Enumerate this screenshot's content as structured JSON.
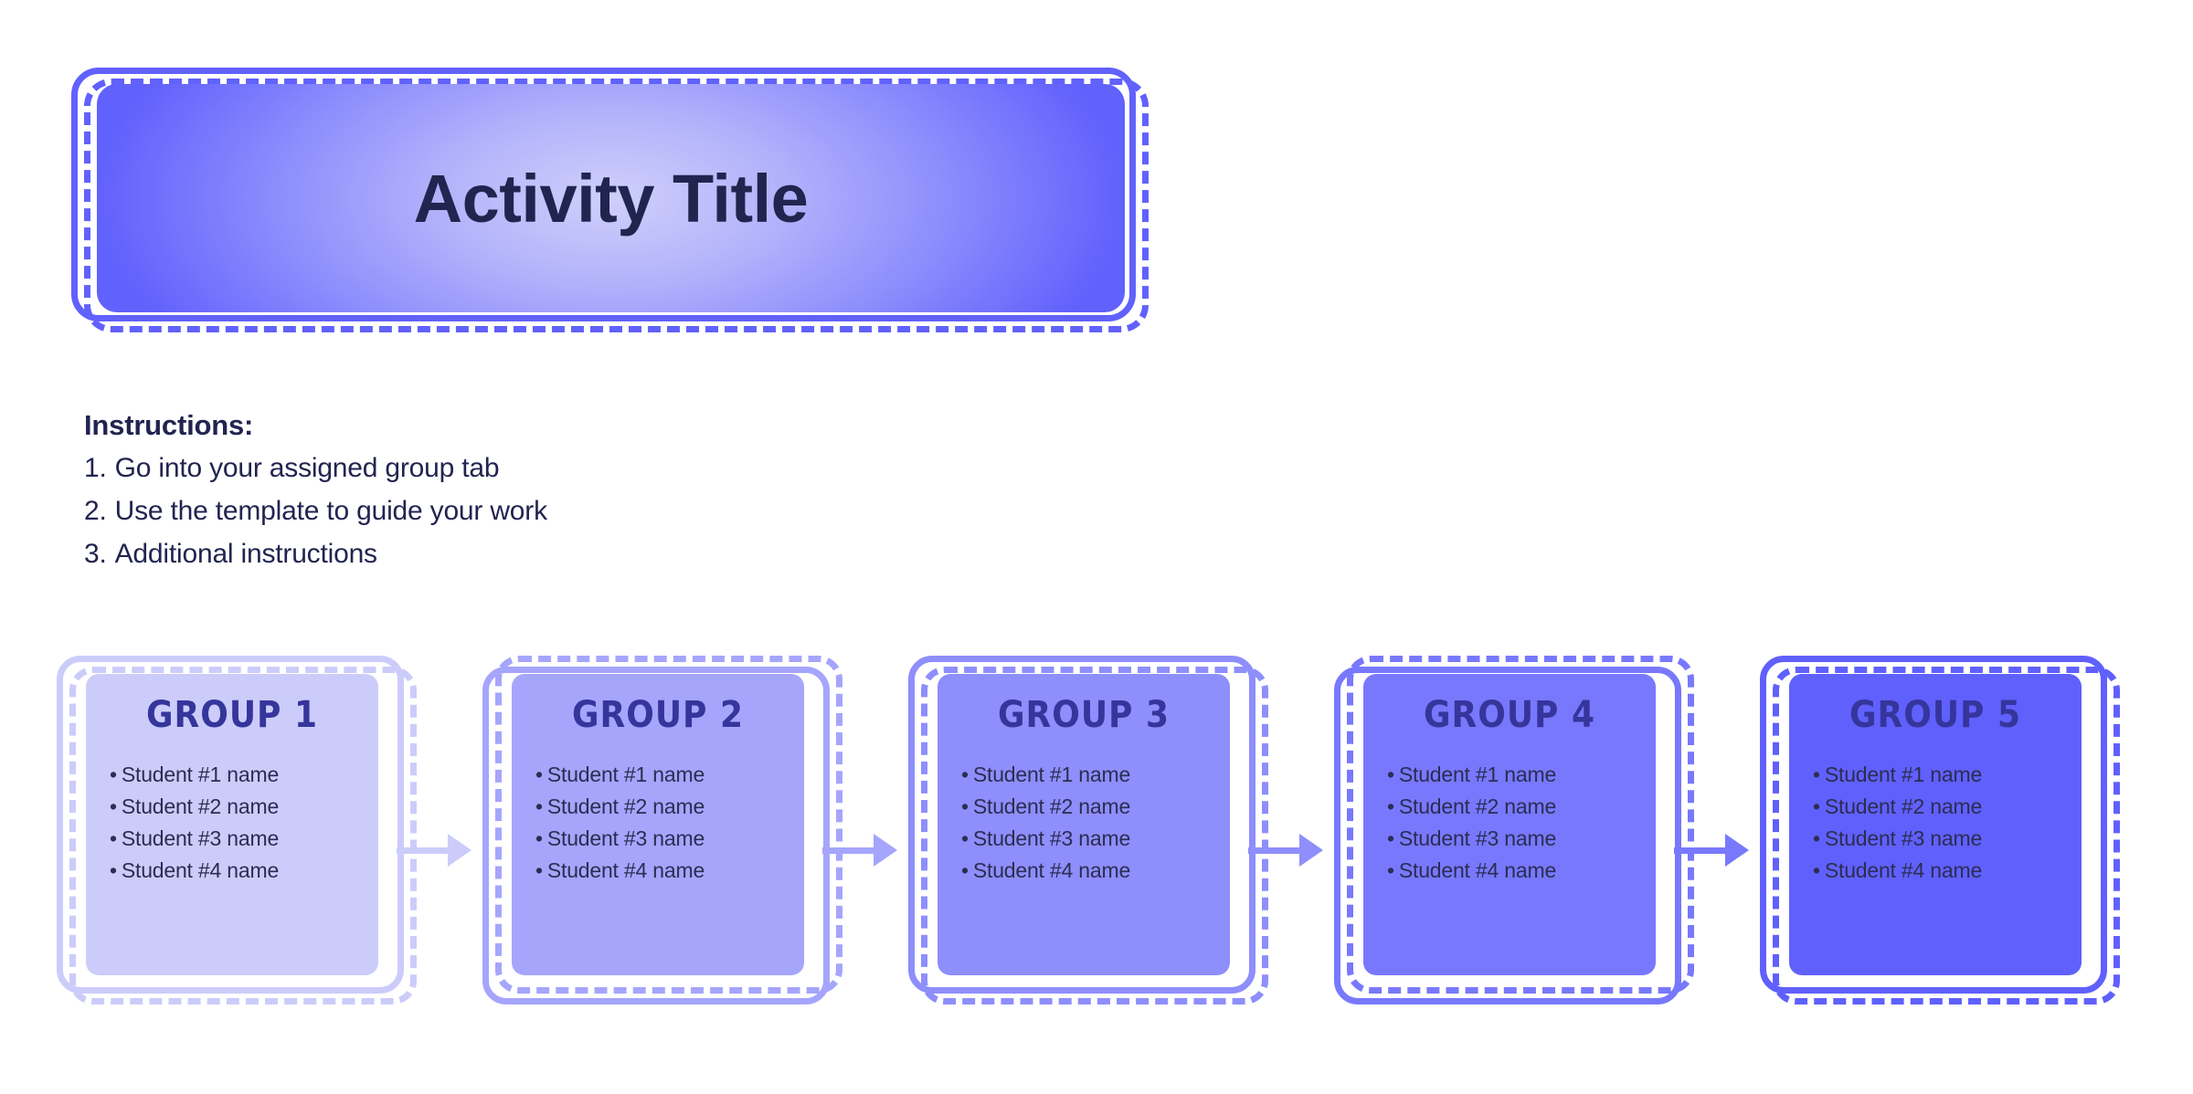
{
  "banner": {
    "title": "Activity Title",
    "border_color": "#6161fd",
    "gradient_center": "#cfcffb",
    "gradient_edge": "#6161fd",
    "title_color": "#222450"
  },
  "instructions": {
    "heading": "Instructions:",
    "steps": [
      {
        "num": "1.",
        "text": "Go into your assigned group tab"
      },
      {
        "num": "2.",
        "text": "Use the template to guide your work"
      },
      {
        "num": "3.",
        "text": "Additional instructions"
      }
    ]
  },
  "groups": [
    {
      "title": "GROUP 1",
      "students": [
        "Student #1 name",
        "Student #2 name",
        "Student #3 name",
        "Student #4 name"
      ],
      "fill_color": "#ccccfa",
      "outline_color": "#ccccfa",
      "title_color": "#35359c"
    },
    {
      "title": "GROUP 2",
      "students": [
        "Student #1 name",
        "Student #2 name",
        "Student #3 name",
        "Student #4 name"
      ],
      "fill_color": "#a5a5fc",
      "outline_color": "#a5a5fc",
      "title_color": "#35359c"
    },
    {
      "title": "GROUP 3",
      "students": [
        "Student #1 name",
        "Student #2 name",
        "Student #3 name",
        "Student #4 name"
      ],
      "fill_color": "#8e8efc",
      "outline_color": "#8e8efc",
      "title_color": "#35359c"
    },
    {
      "title": "GROUP 4",
      "students": [
        "Student #1 name",
        "Student #2 name",
        "Student #3 name",
        "Student #4 name"
      ],
      "fill_color": "#7878fd",
      "outline_color": "#7878fd",
      "title_color": "#35359c"
    },
    {
      "title": "GROUP 5",
      "students": [
        "Student #1 name",
        "Student #2 name",
        "Student #3 name",
        "Student #4 name"
      ],
      "fill_color": "#6060fd",
      "outline_color": "#6060fd",
      "title_color": "#35359c"
    }
  ],
  "arrows": [
    {
      "color": "#ccccfa"
    },
    {
      "color": "#a5a5fc"
    },
    {
      "color": "#8e8efc"
    },
    {
      "color": "#7878fd"
    }
  ]
}
